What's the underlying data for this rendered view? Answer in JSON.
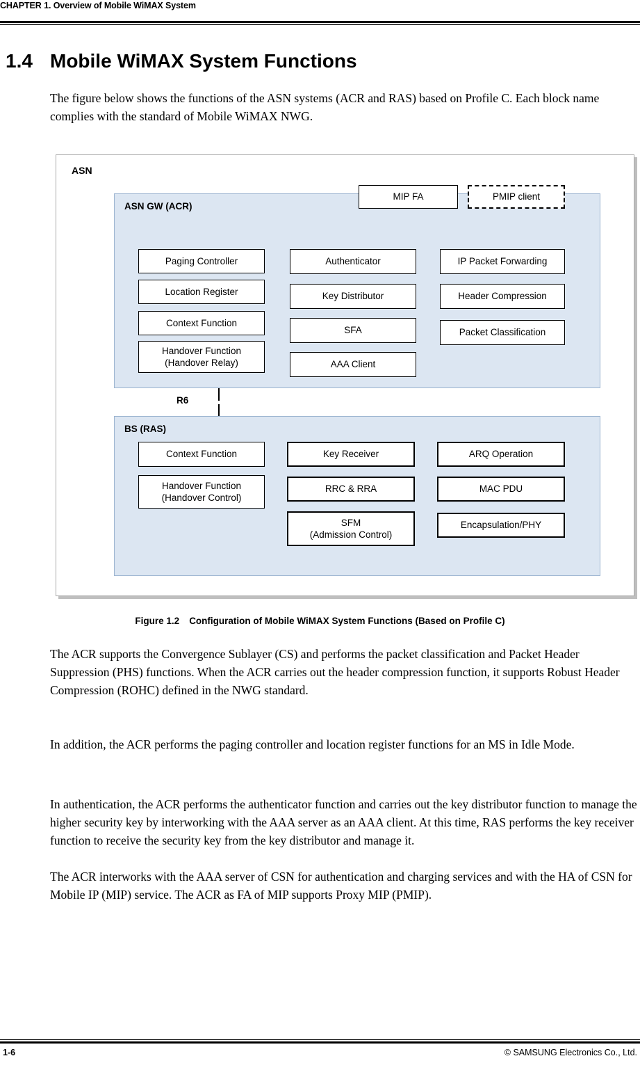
{
  "header": {
    "chapter": "CHAPTER 1. Overview of Mobile WiMAX System"
  },
  "section": {
    "number": "1.4",
    "title": "Mobile WiMAX System Functions"
  },
  "paragraphs": {
    "intro": "The figure below shows the functions of the ASN systems (ACR and RAS) based on Profile C. Each block name complies with the standard of Mobile WiMAX NWG.",
    "a": "The ACR supports the Convergence Sublayer (CS) and performs the packet classification and Packet Header Suppression (PHS) functions. When the ACR carries out the header compression function, it supports Robust Header Compression (ROHC) defined in the NWG standard.",
    "b": "In addition, the ACR performs the paging controller and location register functions for an MS in Idle Mode.",
    "c": "In authentication, the ACR performs the authenticator function and carries out the key distributor function to manage the higher security key by interworking with the AAA server as an AAA client. At this time, RAS performs the key receiver function to receive the security key from the key distributor and manage it.",
    "d": "The ACR interworks with the AAA server of CSN for authentication and charging services and with the HA of CSN for Mobile IP (MIP) service. The ACR as FA of MIP supports Proxy MIP (PMIP)."
  },
  "figure": {
    "outer_label": "ASN",
    "caption_number": "Figure 1.2",
    "caption_text": "Configuration of Mobile WiMAX System Functions (Based on Profile C)",
    "link_label": "R6",
    "acr": {
      "title": "ASN GW (ACR)",
      "mip_fa": "MIP FA",
      "pmip_client": "PMIP client",
      "col1": [
        "Paging Controller",
        "Location Register",
        "Context Function",
        "Handover Function\n(Handover Relay)"
      ],
      "col1_line1": [
        "Paging Controller",
        "Location Register",
        "Context Function",
        "Handover Function"
      ],
      "col1_line2": [
        "",
        "",
        "",
        "(Handover Relay)"
      ],
      "col2": [
        "Authenticator",
        "Key Distributor",
        "SFA",
        "AAA Client"
      ],
      "col3": [
        "IP Packet Forwarding",
        "Header Compression",
        "Packet Classification"
      ]
    },
    "ras": {
      "title": "BS (RAS)",
      "col1_line1": [
        "Context Function",
        "Handover Function"
      ],
      "col1_line2": [
        "",
        "(Handover Control)"
      ],
      "col2_line1": [
        "Key Receiver",
        "RRC & RRA",
        "SFM"
      ],
      "col2_line2": [
        "",
        "",
        "(Admission Control)"
      ],
      "col3": [
        "ARQ Operation",
        "MAC PDU",
        "Encapsulation/PHY"
      ]
    }
  },
  "footer": {
    "page": "1-6",
    "copyright": "© SAMSUNG Electronics Co., Ltd."
  },
  "colors": {
    "panel_fill": "#dce6f2",
    "panel_border": "#9cb4d0",
    "box_border": "#000000",
    "frame_border": "#a8a8a8"
  }
}
